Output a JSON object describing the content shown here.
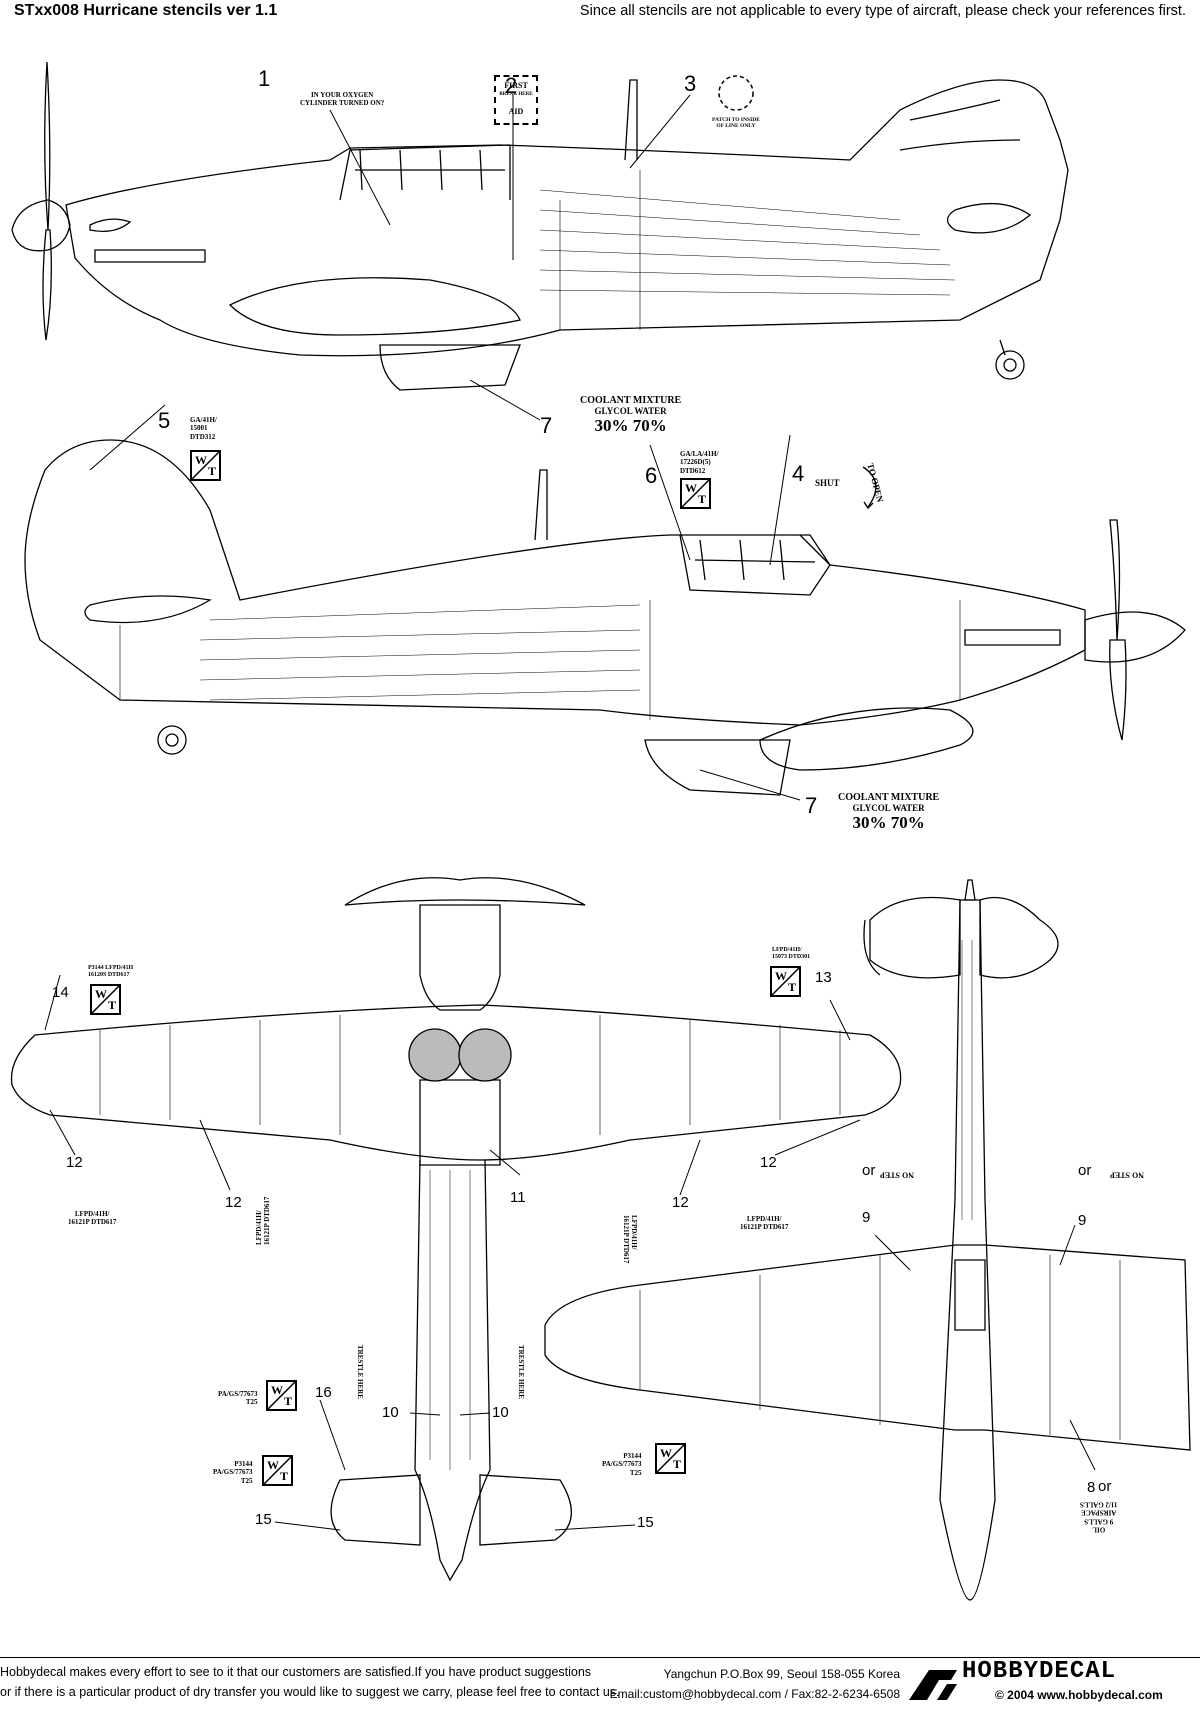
{
  "header": {
    "title": "STxx008 Hurricane stencils ver 1.1",
    "note": "Since all stencils are not applicable to every type of aircraft, please check your references first."
  },
  "callouts": {
    "c1": "1",
    "c2": "2",
    "c3": "3",
    "c4": "4",
    "c5": "5",
    "c6": "6",
    "c7a": "7",
    "c7b": "7",
    "c8": "8",
    "c9a": "9",
    "c9b": "9",
    "c10a": "10",
    "c10b": "10",
    "c11": "11",
    "c12a": "12",
    "c12b": "12",
    "c12c": "12",
    "c12d": "12",
    "c13": "13",
    "c14": "14",
    "c15a": "15",
    "c15b": "15",
    "c16": "16"
  },
  "stencils": {
    "oxygen": "IN YOUR OXYGEN\nCYLINDER TURNED ON?",
    "first_aid_top": "FIRST",
    "first_aid_mid": "BREAK HERE",
    "first_aid_bottom": "AID",
    "patch": "PATCH TO INSIDE\nOF LINE ONLY",
    "coolant_title": "COOLANT  MIXTURE",
    "coolant_sub": "GLYCOL    WATER",
    "coolant_values": "30%  70%",
    "ga5": "GA/41H/\n15001\nDTD312",
    "ga6": "GA/LA/41H/\n17226D(5)\nDTD612",
    "shut": "SHUT",
    "open": "TO OPEN",
    "wt_w": "W",
    "wt_t": "T",
    "p3144_14": "P3144 LFPD/41H\n16120S DTD617",
    "lfpd13": "LFPD/41H/\n15073 DTD301",
    "lfpd12": "LFPD/41H/\n16121P DTD617",
    "lfpd12_rot": "LFPD/41H/\n16121P DTD617",
    "pa77673": "PA/GS/77673\nT25",
    "p3144_pa": "P3144\nPA/GS/77673\nT25",
    "trestle": "TRESTLE HERE",
    "no_step": "NO STEP",
    "or": "or",
    "oil": "OIL\n9 GALLS\nAIRSPACE\n11/2 GALLS"
  },
  "footer": {
    "line1": "Hobbydecal makes every effort to see to it that our customers are satisfied.If you have product suggestions",
    "line2": "or if there is a particular product of dry transfer you would like to suggest we carry, please feel free to contact us.",
    "address": "Yangchun P.O.Box 99, Seoul 158-055 Korea",
    "contact": "Email:custom@hobbydecal.com / Fax:82-2-6234-6508",
    "brand": "HOBBYDECAL",
    "copyright": "© 2004 www.hobbydecal.com"
  }
}
